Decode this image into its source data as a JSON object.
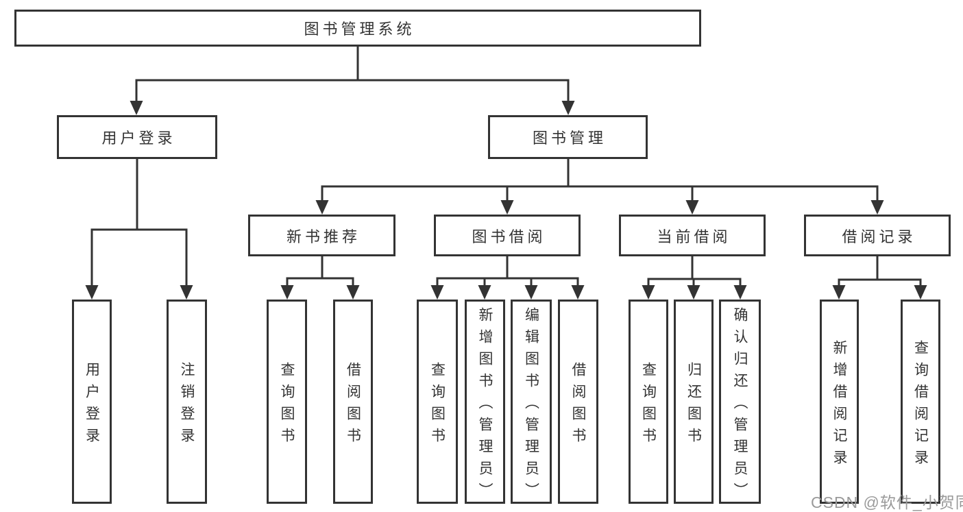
{
  "tree": {
    "label": "图书管理系统",
    "children": [
      {
        "label": "用户登录",
        "children": [
          {
            "label": "用户登录"
          },
          {
            "label": "注销登录"
          }
        ]
      },
      {
        "label": "图书管理",
        "children": [
          {
            "label": "新书推荐",
            "children": [
              {
                "label": "查询图书"
              },
              {
                "label": "借阅图书"
              }
            ]
          },
          {
            "label": "图书借阅",
            "children": [
              {
                "label": "查询图书"
              },
              {
                "label": "新增图书（管理员）"
              },
              {
                "label": "编辑图书（管理员）"
              },
              {
                "label": "借阅图书"
              }
            ]
          },
          {
            "label": "当前借阅",
            "children": [
              {
                "label": "查询图书"
              },
              {
                "label": "归还图书"
              },
              {
                "label": "确认归还（管理员）"
              }
            ]
          },
          {
            "label": "借阅记录",
            "children": [
              {
                "label": "新增借阅记录"
              },
              {
                "label": "查询借阅记录"
              }
            ]
          }
        ]
      }
    ]
  },
  "watermark": {
    "text": "CSDN @软件_小贺同学"
  },
  "colors": {
    "line": "#333333",
    "text": "#333333",
    "box_background": "#ffffff",
    "watermark": "#9a9a9a",
    "background": "#ffffff"
  }
}
